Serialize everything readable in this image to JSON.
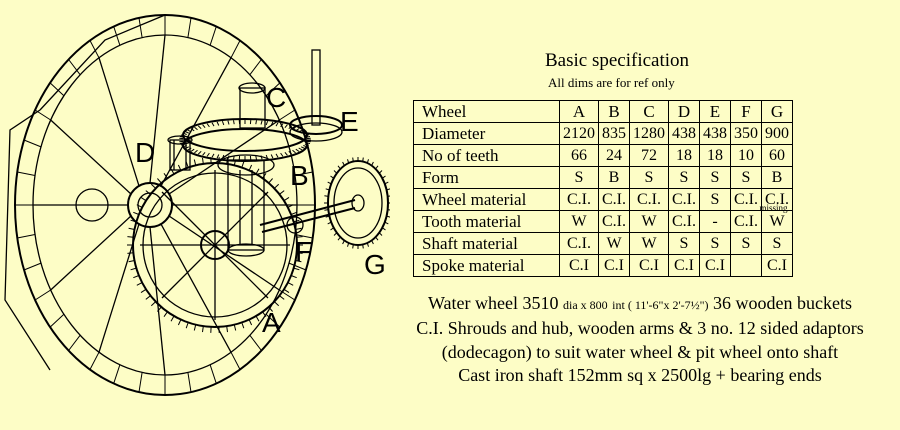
{
  "diagram": {
    "gear_labels": [
      "A",
      "B",
      "C",
      "D",
      "E",
      "F",
      "G"
    ],
    "spokes_shaded": true
  },
  "spec": {
    "title": "Basic specification",
    "subtitle": "All dims are for ref only",
    "header": [
      "Wheel",
      "A",
      "B",
      "C",
      "D",
      "E",
      "F",
      "G"
    ],
    "rows": [
      {
        "label": "Diameter",
        "cells": [
          "2120",
          "835",
          "1280",
          "438",
          "438",
          "350",
          "900"
        ]
      },
      {
        "label": "No of teeth",
        "cells": [
          "66",
          "24",
          "72",
          "18",
          "18",
          "10",
          "60"
        ]
      },
      {
        "label": "Form",
        "cells": [
          "S",
          "B",
          "S",
          "S",
          "S",
          "S",
          "B"
        ]
      },
      {
        "label": "Wheel material",
        "cells": [
          "C.I.",
          "C.I.",
          "C.I.",
          "C.I.",
          "S",
          "C.I.",
          "C.I."
        ]
      },
      {
        "label": "Tooth material",
        "cells": [
          "W",
          "C.I.",
          "W",
          "C.I.",
          "-",
          "C.I.",
          "W"
        ],
        "note": "missing"
      },
      {
        "label": "Shaft material",
        "cells": [
          "C.I.",
          "W",
          "W",
          "S",
          "S",
          "S",
          "S"
        ]
      },
      {
        "label": "Spoke material",
        "cells": [
          "C.I",
          "C.I",
          "C.I",
          "C.I",
          "C.I",
          "",
          "C.I"
        ]
      }
    ]
  },
  "notes": {
    "line1_a": "Water wheel 3510",
    "line1_dia": "dia x 800",
    "line1_int": "int ( 11'-6\"x 2'-7½\")",
    "line1_b": "36 wooden buckets",
    "line2": "C.I. Shrouds and hub, wooden arms & 3 no. 12 sided adaptors",
    "line3": "(dodecagon) to suit water wheel & pit wheel onto shaft",
    "line4": "Cast iron shaft 152mm sq x 2500lg + bearing ends"
  }
}
